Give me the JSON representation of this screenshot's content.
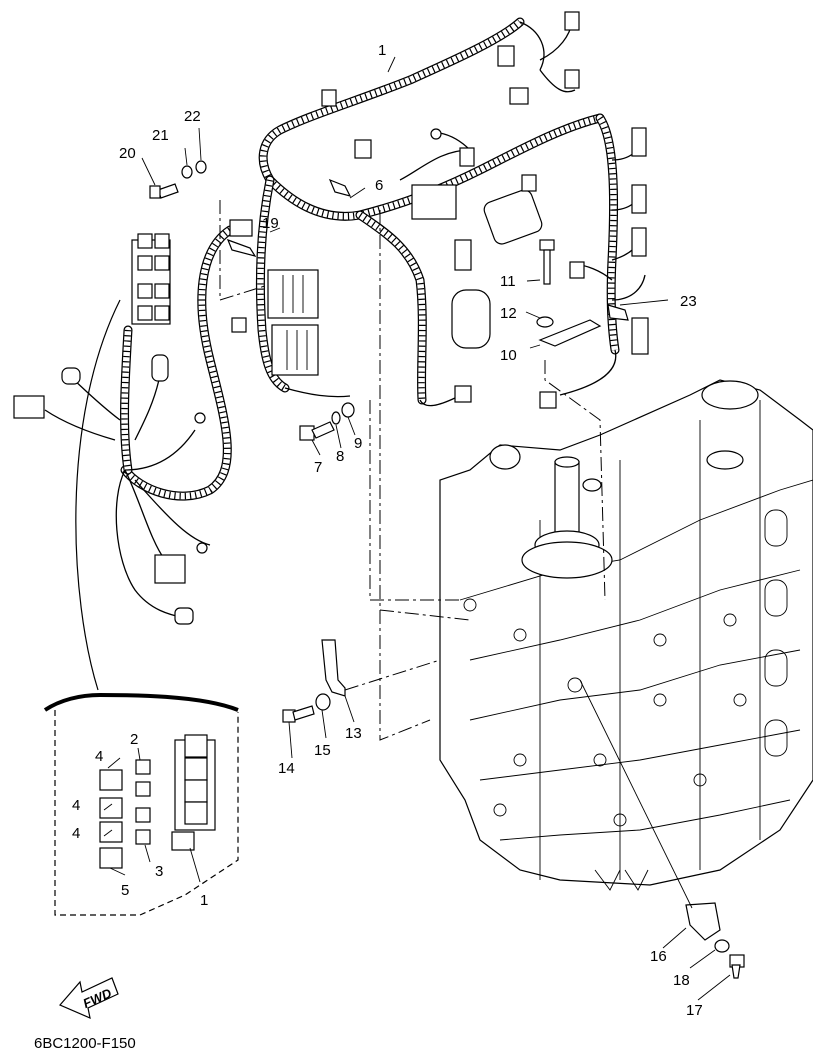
{
  "diagram_code": "6BC1200-F150",
  "fwd_label": "FWD",
  "callouts": {
    "c1": "1",
    "c1b": "1",
    "c2": "2",
    "c3": "3",
    "c4a": "4",
    "c4b": "4",
    "c4c": "4",
    "c5": "5",
    "c6": "6",
    "c7": "7",
    "c8": "8",
    "c9": "9",
    "c10": "10",
    "c11": "11",
    "c12": "12",
    "c13": "13",
    "c14": "14",
    "c15": "15",
    "c16": "16",
    "c17": "17",
    "c18": "18",
    "c19": "19",
    "c20": "20",
    "c21": "21",
    "c22": "22",
    "c23": "23"
  }
}
